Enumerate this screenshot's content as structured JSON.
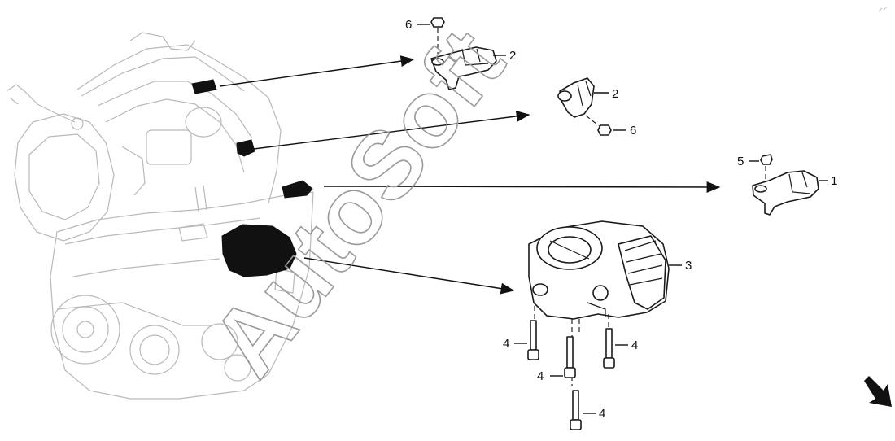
{
  "diagram": {
    "watermark": "AutoSoft",
    "callouts": [
      {
        "id": "c6a",
        "label": "6"
      },
      {
        "id": "c2a",
        "label": "2"
      },
      {
        "id": "c2b",
        "label": "2"
      },
      {
        "id": "c6b",
        "label": "6"
      },
      {
        "id": "c5",
        "label": "5"
      },
      {
        "id": "c1",
        "label": "1"
      },
      {
        "id": "c3",
        "label": "3"
      },
      {
        "id": "c4a",
        "label": "4"
      },
      {
        "id": "c4b",
        "label": "4"
      },
      {
        "id": "c4c",
        "label": "4"
      },
      {
        "id": "c4d",
        "label": "4"
      }
    ],
    "orientation_icon": "direction-arrow-icon",
    "colors": {
      "linework": "#1a1a1a",
      "engine_ghost": "#b9b9b9",
      "watermark": "#9a9a9a"
    }
  }
}
